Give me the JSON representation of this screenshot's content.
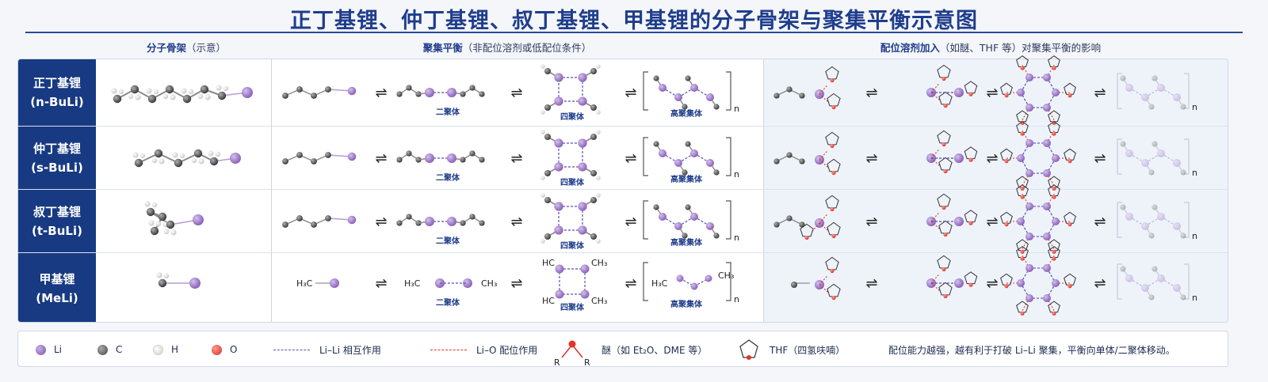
{
  "title": "正丁基锂、仲丁基锂、叔丁基锂、甲基锂的分子骨架与聚集平衡示意图",
  "headers": {
    "skeleton": "分子骨架",
    "skeleton_sub": "（示意）",
    "equilibrium": "聚集平衡",
    "equilibrium_sub": "（非配位溶剂或低配位条件）",
    "coordination": "配位溶剂加入",
    "coordination_sub": "（如醚、THF 等）对聚集平衡的影响"
  },
  "rows": [
    {
      "name": "正丁基锂",
      "abbr": "(n-BuLi)",
      "captions": [
        "二聚体",
        "四聚体",
        "高聚集体"
      ]
    },
    {
      "name": "仲丁基锂",
      "abbr": "(s-BuLi)",
      "captions": [
        "二聚体",
        "四聚体",
        "高聚集体"
      ]
    },
    {
      "name": "叔丁基锂",
      "abbr": "(t-BuLi)",
      "captions": [
        "二聚体",
        "四聚体",
        "高聚集体"
      ]
    },
    {
      "name": "甲基锂",
      "abbr": "(MeLi)",
      "captions": [
        "二聚体",
        "四聚体",
        "高聚集体"
      ]
    }
  ],
  "equilibrium_symbol": "⇌",
  "subscript_n": "n",
  "meli_formulas": {
    "monomer": "H₃C",
    "dimer_left": "H₃C",
    "dimer_right": "CH₃",
    "tetramer_hc": "HC",
    "tetramer_ch3": "CH₃",
    "polymer_left": "H₃C",
    "polymer_right": "CH₃"
  },
  "legend": {
    "li": "Li",
    "c": "C",
    "h": "H",
    "o": "O",
    "li_li": "Li–Li 相互作用",
    "li_o": "Li–O 配位作用",
    "ether_r": "R",
    "ether": "醚（如 Et₂O、DME 等）",
    "thf": "THF（四氢呋喃）",
    "note": "配位能力越强，越有利于打破 Li–Li 聚集，平衡向单体/二聚体移动。"
  },
  "colors": {
    "li": "#8a63b8",
    "c": "#555555",
    "h": "#e8e8e8",
    "o": "#e0352b",
    "li_li_line": "#5b4fb5",
    "li_o_line": "#e0352b",
    "header_bg": "#173a82",
    "title": "#1f3d8c"
  }
}
